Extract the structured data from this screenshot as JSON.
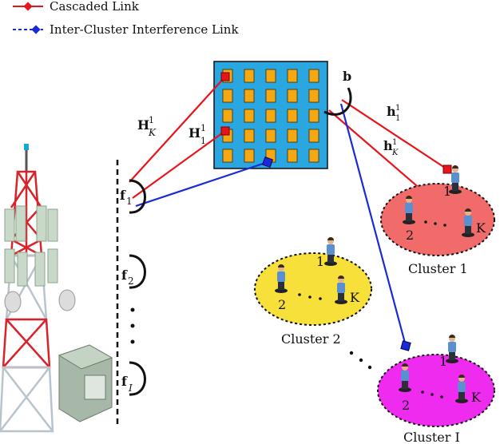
{
  "legend": {
    "cascaded": {
      "label": "Cascaded Link",
      "color": "#e8141b"
    },
    "interference": {
      "label": "Inter-Cluster Interference Link",
      "color": "#1a2bd6"
    }
  },
  "channels": {
    "H1K": {
      "main": "H",
      "sup": "1",
      "sub": "K"
    },
    "H11": {
      "main": "H",
      "sup": "1",
      "sub": "1"
    },
    "h11": {
      "main": "h",
      "sup": "1",
      "sub": "1"
    },
    "h1K": {
      "main": "h",
      "sup": "1",
      "sub": "K"
    },
    "b": "b"
  },
  "beams": [
    {
      "main": "f",
      "sub": "1"
    },
    {
      "main": "f",
      "sub": "2"
    },
    {
      "main": "f",
      "sub": "I"
    }
  ],
  "beam_dots": "·",
  "clusters": [
    {
      "name": "Cluster 1",
      "color": "#f26b6b",
      "users": [
        "1",
        "2",
        "K"
      ]
    },
    {
      "name": "Cluster 2",
      "color": "#f7e03a",
      "users": [
        "1",
        "2",
        "K"
      ]
    },
    {
      "name": "Cluster I",
      "color": "#ee2bee",
      "users": [
        "1",
        "2",
        "K"
      ]
    }
  ],
  "colors": {
    "ris_panel": "#2aa6e0",
    "ris_element": "#f5a812",
    "tower_red": "#d8232a",
    "tower_white": "#e8e8e8"
  }
}
